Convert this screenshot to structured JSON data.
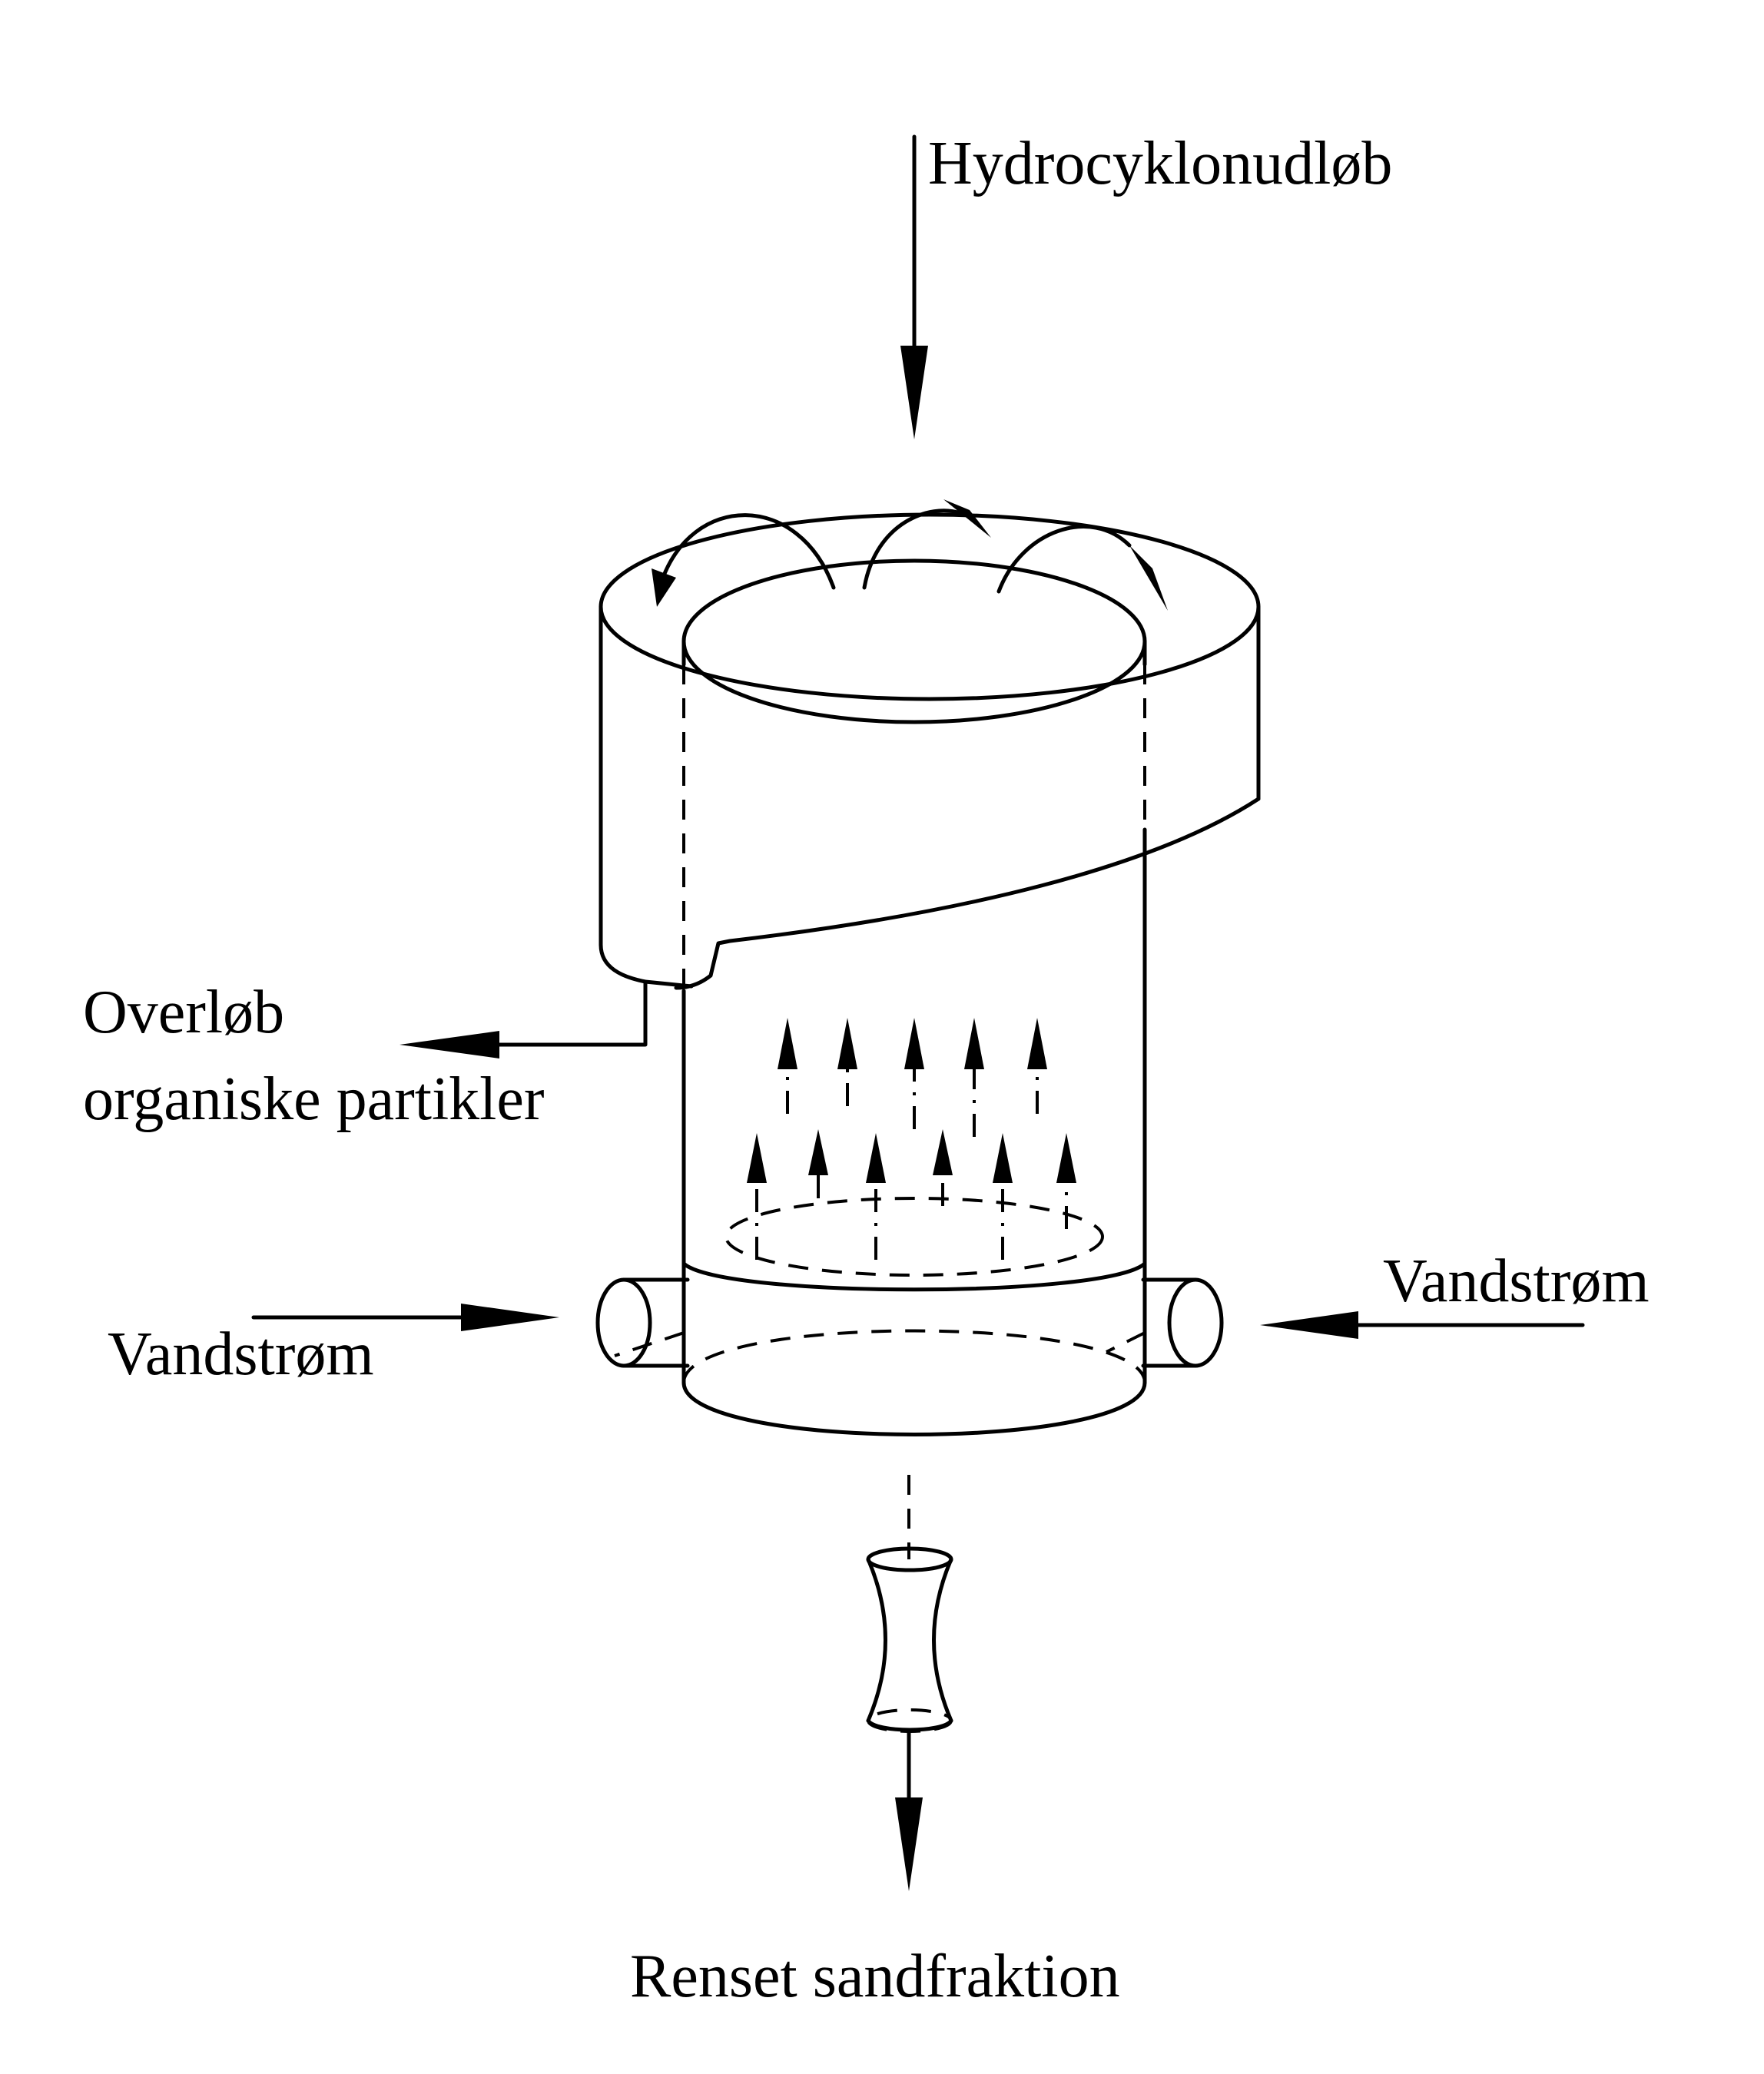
{
  "labels": {
    "inlet": "Hydrocyklonudløb",
    "overflow_line1": "Overløb",
    "overflow_line2": "organiske partikler",
    "water_left": "Vandstrøm",
    "water_right": "Vandstrøm",
    "outlet": "Renset sandfraktion"
  }
}
